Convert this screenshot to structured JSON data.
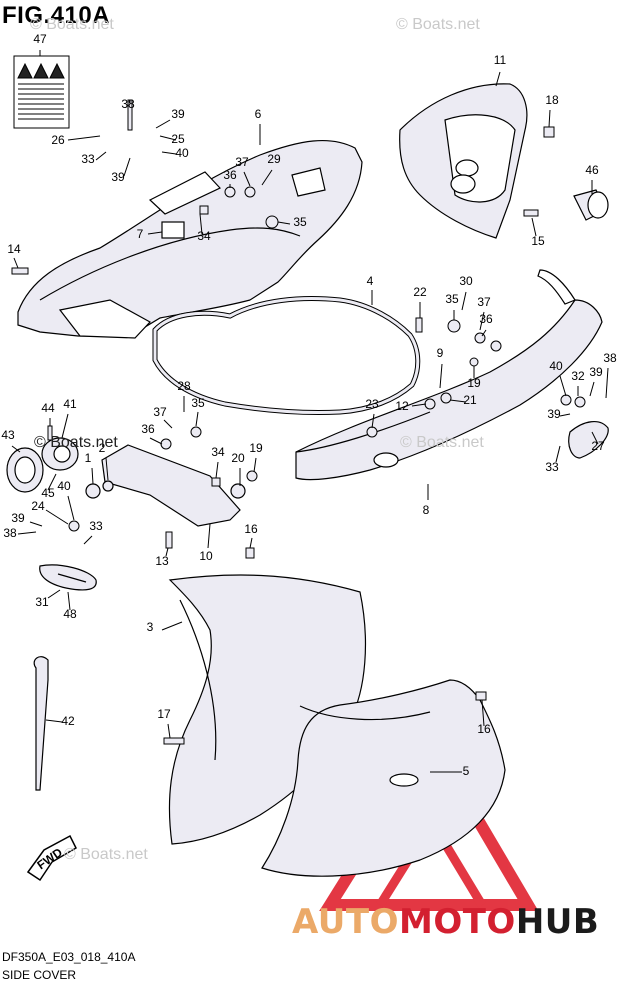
{
  "figure": {
    "title": "FIG.410A",
    "code": "DF350A_E03_018_410A",
    "caption": "SIDE COVER"
  },
  "watermarks": [
    "© Boats.net",
    "© Boats.net",
    "© Boats.net",
    "© Boats.net",
    "© Boats.net"
  ],
  "brand": {
    "part1": "AUTO",
    "part2": "MOTO",
    "part3": "HUB"
  },
  "fwd_label": "FWD",
  "colors": {
    "line": "#000000",
    "part_fill": "#ecebf3",
    "brand_triangle": "#e0222f",
    "brand_orange": "#eba968",
    "brand_red": "#d32030"
  },
  "callouts": [
    "1",
    "2",
    "3",
    "4",
    "5",
    "6",
    "7",
    "8",
    "9",
    "10",
    "11",
    "12",
    "13",
    "14",
    "15",
    "16",
    "16",
    "17",
    "18",
    "19",
    "19",
    "20",
    "21",
    "22",
    "23",
    "24",
    "25",
    "26",
    "27",
    "28",
    "29",
    "30",
    "31",
    "32",
    "33",
    "33",
    "33",
    "34",
    "34",
    "35",
    "35",
    "35",
    "36",
    "36",
    "36",
    "37",
    "37",
    "37",
    "38",
    "38",
    "38",
    "39",
    "39",
    "39",
    "39",
    "39",
    "40",
    "40",
    "40",
    "41",
    "42",
    "43",
    "44",
    "45",
    "46",
    "47",
    "48"
  ]
}
